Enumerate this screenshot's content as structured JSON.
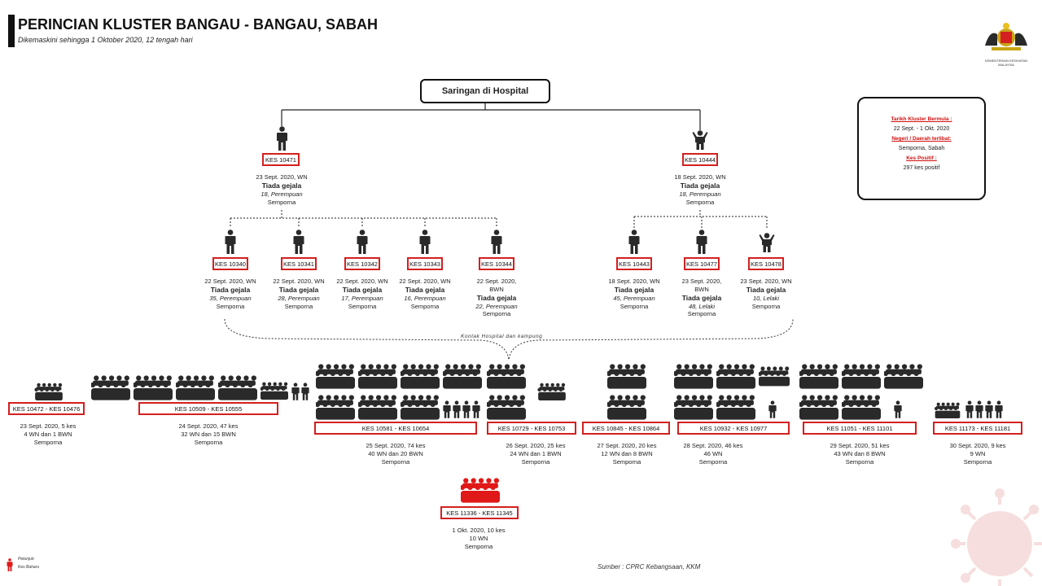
{
  "header": {
    "title": "PERINCIAN KLUSTER BANGAU - BANGAU, SABAH",
    "subtitle": "Dikemaskini sehingga 1 Oktober 2020, 12 tengah hari",
    "crest_text": "KEMENTERIAN KESIHATAN MALAYSIA"
  },
  "root": {
    "label": "Saringan di Hospital"
  },
  "info": {
    "label1": "Tarikh Kluster Bermula :",
    "value1": "22 Sept. - 1 Okt. 2020",
    "label2": "Negeri / Daerah terlibat:",
    "value2": "Semporna, Sabah",
    "label3": "Kes Positif :",
    "value3": "297 kes positif"
  },
  "index_cases": [
    {
      "id": "KES 10471",
      "line1": "23 Sept. 2020, WN",
      "line2": "Tiada gejala",
      "line3": "18, Perempuan",
      "line4": "Semporna",
      "icon": "adult-icon"
    },
    {
      "id": "KES 10444",
      "line1": "18 Sept. 2020, WN",
      "line2": "Tiada gejala",
      "line3": "18, Perempuan",
      "line4": "Semporna",
      "icon": "child-icon"
    }
  ],
  "second_gen": [
    {
      "id": "KES 10340",
      "line1": "22 Sept. 2020, WN",
      "line2": "Tiada gejala",
      "line3": "35, Perempuan",
      "line4": "Semporna",
      "icon": "adult-icon"
    },
    {
      "id": "KES 10341",
      "line1": "22 Sept. 2020, WN",
      "line2": "Tiada gejala",
      "line3": "28, Perempuan",
      "line4": "Semporna",
      "icon": "adult-icon"
    },
    {
      "id": "KES 10342",
      "line1": "22 Sept. 2020, WN",
      "line2": "Tiada gejala",
      "line3": "17, Perempuan",
      "line4": "Semporna",
      "icon": "adult-icon"
    },
    {
      "id": "KES 10343",
      "line1": "22 Sept. 2020, WN",
      "line2": "Tiada gejala",
      "line3": "16, Perempuan",
      "line4": "Semporna",
      "icon": "adult-icon"
    },
    {
      "id": "KES 10344",
      "line1": "22 Sept. 2020,",
      "line1b": "BWN",
      "line2": "Tiada gejala",
      "line3": "22, Perempuan",
      "line4": "Semporna",
      "icon": "adult-icon"
    },
    {
      "id": "KES 10443",
      "line1": "18 Sept. 2020, WN",
      "line2": "Tiada gejala",
      "line3": "45, Perempuan",
      "line4": "Semporna",
      "icon": "adult-icon"
    },
    {
      "id": "KES 10477",
      "line1": "23 Sept. 2020,",
      "line1b": "BWN",
      "line2": "Tiada gejala",
      "line3": "48, Lelaki",
      "line4": "Semporna",
      "icon": "adult-icon"
    },
    {
      "id": "KES 10478",
      "line1": "23 Sept. 2020, WN",
      "line2": "Tiada gejala",
      "line3": "10, Lelaki",
      "line4": "Semporna",
      "icon": "child-icon"
    }
  ],
  "kontak_label": "Kontak Hospital dan kampung",
  "groups": [
    {
      "id": "KES 10472 - KES 10476",
      "line1": "23 Sept. 2020, 5 kes",
      "line2": "4 WN dan 1 BWN",
      "line3": "Semporna"
    },
    {
      "id": "KES 10509 - KES 10555",
      "line1": "24 Sept. 2020, 47 kes",
      "line2": "32 WN dan 15 BWN",
      "line3": "Semporna"
    },
    {
      "id": "KES 10581 - KES 10654",
      "line1": "25 Sept. 2020, 74 kes",
      "line2": "40 WN dan 20 BWN",
      "line3": "Semporna"
    },
    {
      "id": "KES 10729 - KES 10753",
      "line1": "26 Sept. 2020, 25 kes",
      "line2": "24 WN dan 1 BWN",
      "line3": "Semporna"
    },
    {
      "id": "KES 10845 - KES 10864",
      "line1": "27 Sept. 2020, 20 kes",
      "line2": "12 WN dan 8 BWN",
      "line3": "Semporna"
    },
    {
      "id": "KES 10932 - KES 10977",
      "line1": "28 Sept. 2020, 46 kes",
      "line2": "46 WN",
      "line3": "Semporna"
    },
    {
      "id": "KES 11051 - KES 11101",
      "line1": "29 Sept. 2020, 51 kes",
      "line2": "43 WN dan 8 BWN",
      "line3": "Semporna"
    },
    {
      "id": "KES 11173 - KES 11181",
      "line1": "30 Sept. 2020, 9 kes",
      "line2": "9 WN",
      "line3": "Semporna"
    },
    {
      "id": "KES 11336 - KES 11345",
      "line1": "1 Okt. 2020, 10 kes",
      "line2": "10 WN",
      "line3": "Semporna"
    }
  ],
  "legend": {
    "label1": "Petunjuk:",
    "label2": "Kes Baharu"
  },
  "source": "Sumber : CPRC Kebangsaan, KKM",
  "colors": {
    "accent_red": "#d32020",
    "new_case_red": "#e01818",
    "ink": "#222222"
  }
}
